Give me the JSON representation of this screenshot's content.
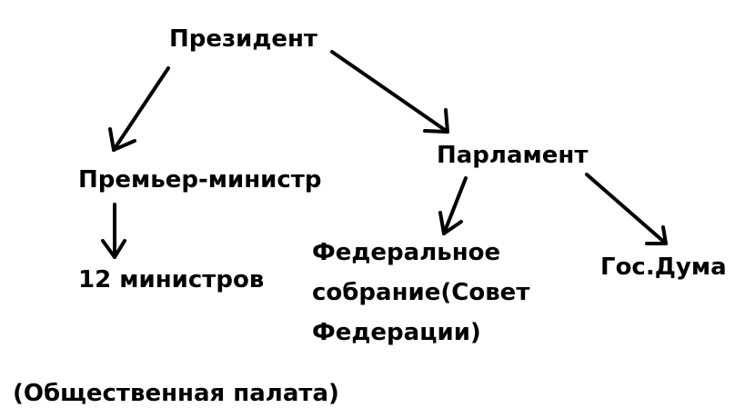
{
  "diagram": {
    "nodes": {
      "president": "Президент",
      "prime_minister": "Премьер-министр",
      "ministers": "12 министров",
      "parliament": "Парламент",
      "federal_assembly_lines": [
        "Федеральное",
        "собрание(Совет",
        "Федерации)"
      ],
      "state_duma": "Гос.Дума",
      "public_chamber": "(Общественная палата)"
    },
    "edges": [
      {
        "from": "president",
        "to": "prime_minister"
      },
      {
        "from": "president",
        "to": "parliament"
      },
      {
        "from": "prime_minister",
        "to": "ministers"
      },
      {
        "from": "parliament",
        "to": "federal_assembly"
      },
      {
        "from": "parliament",
        "to": "state_duma"
      }
    ]
  }
}
